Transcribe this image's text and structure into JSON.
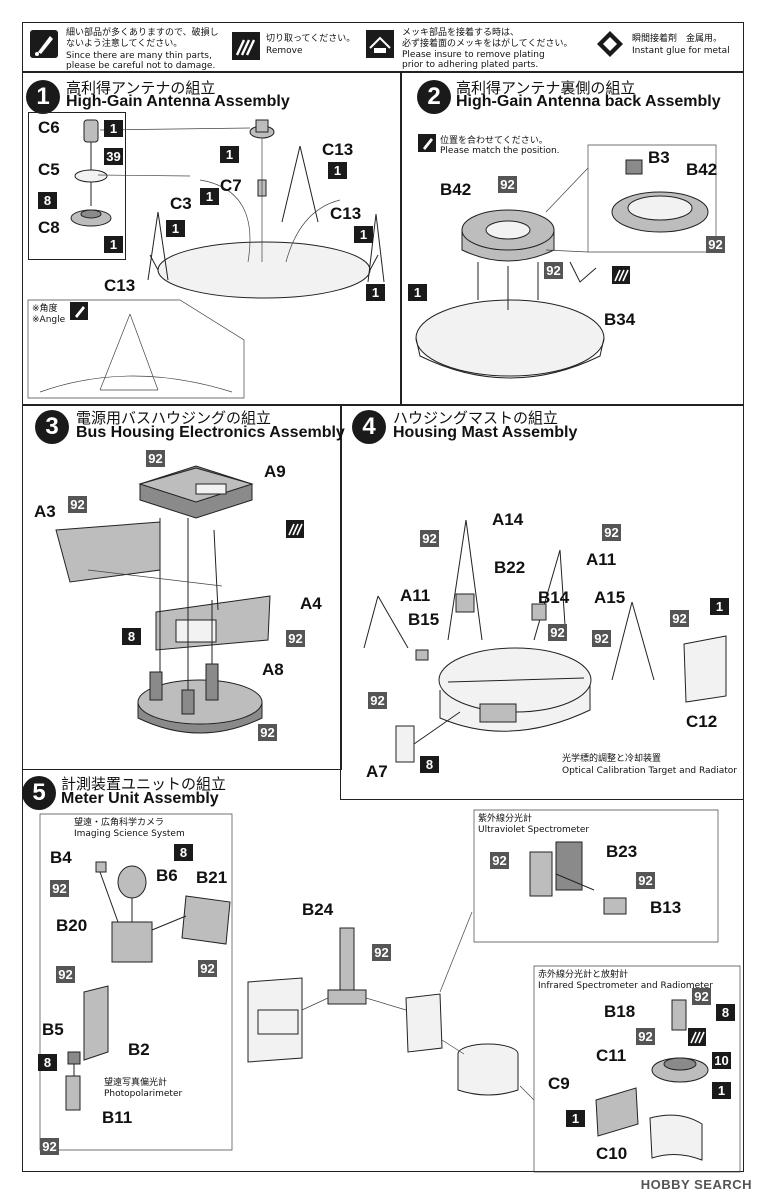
{
  "notes": [
    {
      "jp": "細い部品が多くありますので、破損しないよう注意してください。",
      "en1": "Since there are many thin parts,",
      "en2": "please be careful not to damage."
    },
    {
      "jp": "切り取ってください。",
      "en": "Remove"
    },
    {
      "jp1": "メッキ部品を接着する時は、",
      "jp2": "必ず接着面のメッキをはがしてください。",
      "en1": "Please insure to remove plating",
      "en2": "prior to adhering plated parts."
    },
    {
      "jp": "瞬間接着剤　金属用。",
      "en": "Instant glue for metal"
    }
  ],
  "steps": [
    {
      "num": "1",
      "jp": "高利得アンテナの組立",
      "en": "High-Gain Antenna Assembly"
    },
    {
      "num": "2",
      "jp": "高利得アンテナ裏側の組立",
      "en": "High-Gain Antenna back Assembly"
    },
    {
      "num": "3",
      "jp": "電源用バスハウジングの組立",
      "en": "Bus Housing Electronics Assembly"
    },
    {
      "num": "4",
      "jp": "ハウジングマストの組立",
      "en": "Housing Mast Assembly"
    },
    {
      "num": "5",
      "jp": "計測装置ユニットの組立",
      "en": "Meter Unit Assembly"
    }
  ],
  "step1": {
    "labels": [
      "C6",
      "C5",
      "C8",
      "C7",
      "C3",
      "C13",
      "C13",
      "C13"
    ],
    "tags": [
      "1",
      "39",
      "8",
      "1",
      "1",
      "1",
      "1",
      "1",
      "1",
      "1"
    ],
    "angle_jp": "※角度",
    "angle_en": "※Angle"
  },
  "step2": {
    "note_jp": "位置を合わせてください。",
    "note_en": "Please match the position.",
    "labels": [
      "B42",
      "B3",
      "B42",
      "B34"
    ],
    "tags": [
      "92",
      "92",
      "92",
      "1"
    ]
  },
  "step3": {
    "labels": [
      "A9",
      "A3",
      "A4",
      "A8"
    ],
    "tags": [
      "92",
      "92",
      "8",
      "92",
      "92"
    ]
  },
  "step4": {
    "labels": [
      "A14",
      "B22",
      "A11",
      "A11",
      "B14",
      "A15",
      "B15",
      "C12",
      "A7"
    ],
    "tags": [
      "92",
      "92",
      "92",
      "92",
      "92",
      "92",
      "1",
      "8"
    ],
    "caption_jp": "光学標的調整と冷却装置",
    "caption_en": "Optical Calibration Target and Radiator"
  },
  "step5": {
    "iss_jp": "望遠・広角科学カメラ",
    "iss_en": "Imaging Science System",
    "photo_jp": "望遠写真偏光計",
    "photo_en": "Photopolarimeter",
    "uv_jp": "紫外線分光計",
    "uv_en": "Ultraviolet Spectrometer",
    "ir_jp": "赤外線分光計と放射計",
    "ir_en": "Infrared Spectrometer and Radiometer",
    "labels": [
      "B4",
      "B6",
      "B21",
      "B20",
      "B5",
      "B2",
      "B11",
      "B24",
      "B23",
      "B13",
      "B18",
      "C11",
      "C9",
      "C10"
    ],
    "tags": [
      "8",
      "92",
      "92",
      "92",
      "8",
      "92",
      "92",
      "92",
      "92",
      "92",
      "8",
      "92",
      "10",
      "1",
      "1"
    ]
  },
  "watermark": "HOBBY SEARCH"
}
